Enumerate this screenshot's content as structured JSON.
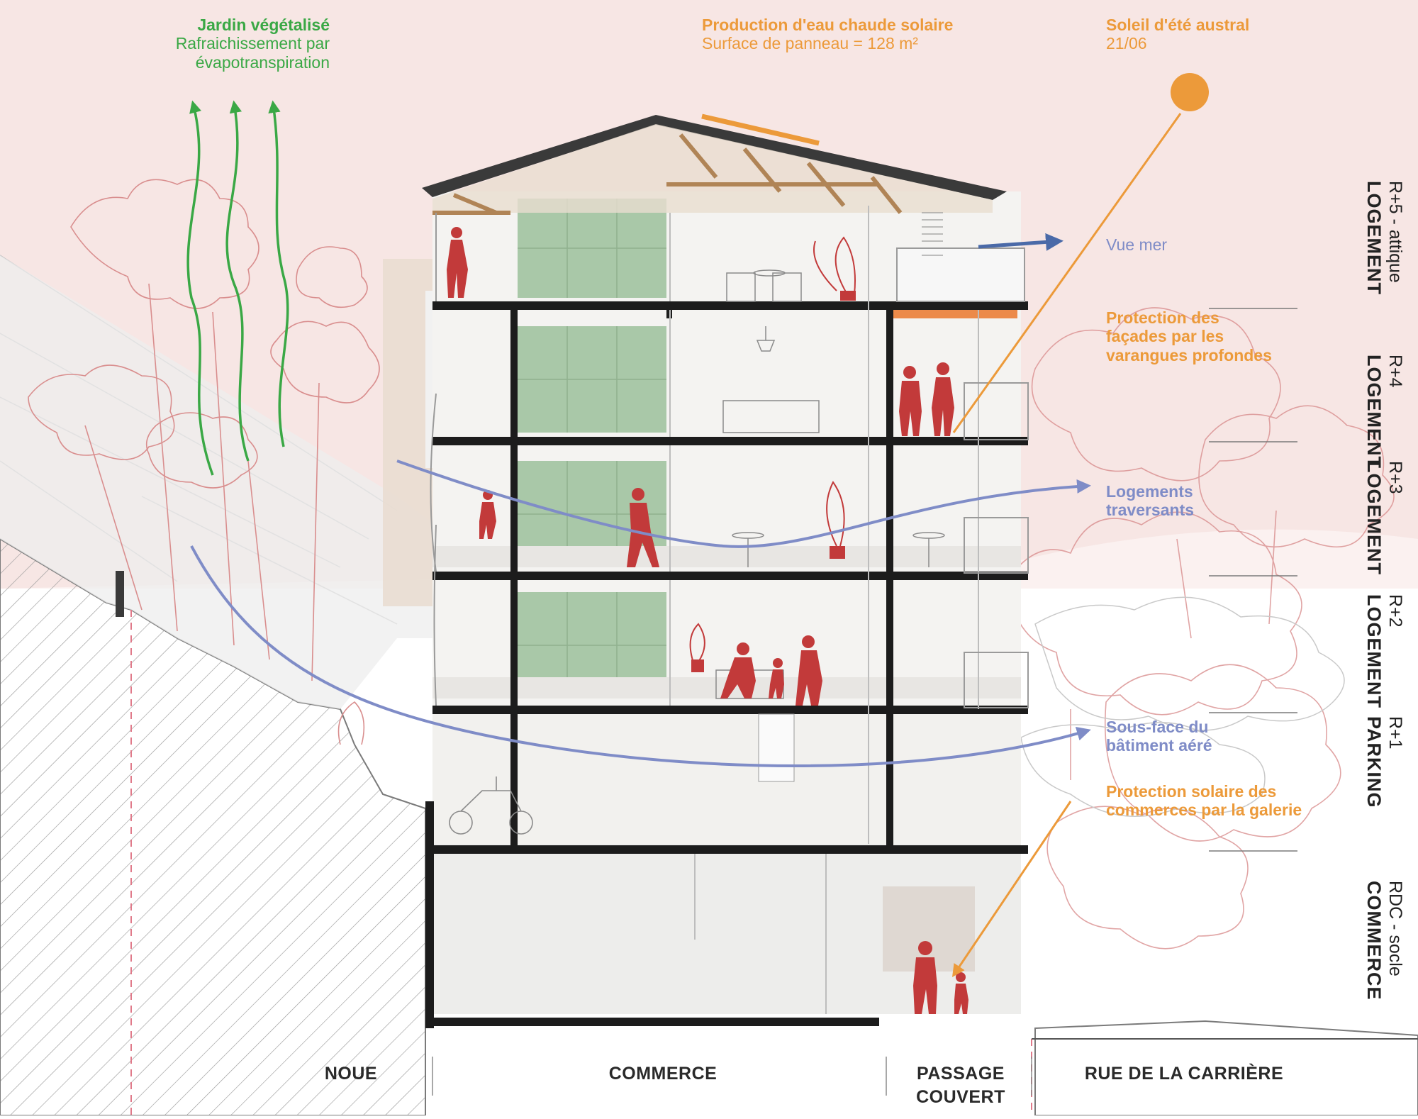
{
  "labels": {
    "jardin": {
      "title": "Jardin végétalisé",
      "line1": "Rafraichissement par",
      "line2": "évapotranspiration"
    },
    "eau_chaude": {
      "title": "Production d'eau chaude solaire",
      "sub": "Surface de panneau = 128 m²"
    },
    "soleil": {
      "title": "Soleil d'été austral",
      "sub": "21/06"
    },
    "vue_mer": "Vue mer",
    "protection_facades": {
      "line1": "Protection des",
      "line2": "façades par les",
      "line3": "varangues profondes"
    },
    "logements_traversants": {
      "line1": "Logements",
      "line2": "traversants"
    },
    "sous_face": {
      "line1": "Sous-face du",
      "line2": "bâtiment aéré"
    },
    "protection_commerces": {
      "line1": "Protection solaire des",
      "line2": "commerces par la galerie"
    }
  },
  "levels": [
    {
      "level": "R+5 - attique",
      "use": "LOGEMENT"
    },
    {
      "level": "R+4",
      "use": "LOGEMENT"
    },
    {
      "level": "R+3",
      "use": "LOGEMENT"
    },
    {
      "level": "R+2",
      "use": "LOGEMENT"
    },
    {
      "level": "R+1",
      "use": "PARKING"
    },
    {
      "level": "RDC - socle",
      "use": "COMMERCE"
    }
  ],
  "bottom": {
    "noue": "NOUE",
    "commerce": "COMMERCE",
    "passage_line1": "PASSAGE",
    "passage_line2": "COUVERT",
    "rue": "RUE DE LA CARRIÈRE"
  },
  "colors": {
    "sky": "#f7e6e4",
    "green_label": "#3aa845",
    "orange_label": "#ec9a3a",
    "blue_label": "#7f8cc7",
    "people": "#c23a3a",
    "slab": "#1c1c1c",
    "core_green": "#a9c8a8",
    "sun": "#ec9a3a"
  },
  "icons": [
    "sun-icon",
    "airflow-arrow-icon",
    "view-arrow-icon",
    "evapotranspiration-arrow-icon"
  ]
}
